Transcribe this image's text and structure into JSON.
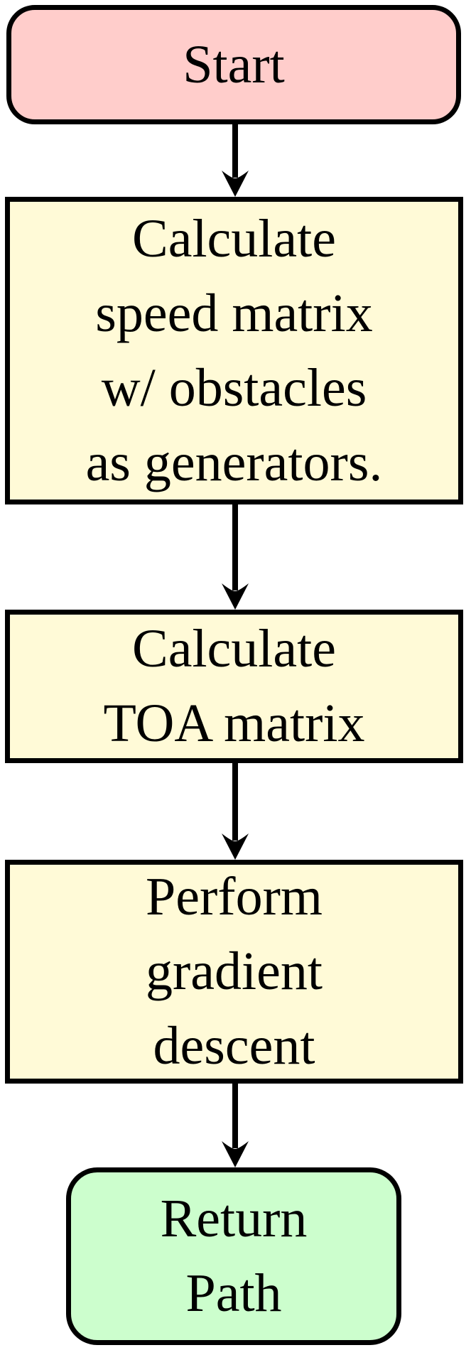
{
  "diagram": {
    "type": "flowchart",
    "background_color": "#ffffff",
    "stroke_color": "#000000",
    "text_color": "#000000",
    "nodes": {
      "start": {
        "shape": "rounded-terminator",
        "fill": "#ffcdcb",
        "label": "Start",
        "lines": [
          "Start"
        ]
      },
      "speed_matrix": {
        "shape": "process-rect",
        "fill": "#fffad7",
        "label": "Calculate speed matrix w/ obstacles as generators.",
        "lines": [
          "Calculate",
          "speed matrix",
          "w/ obstacles",
          "as generators."
        ]
      },
      "toa_matrix": {
        "shape": "process-rect",
        "fill": "#fffad7",
        "label": "Calculate TOA matrix",
        "lines": [
          "Calculate",
          "TOA matrix"
        ]
      },
      "gradient_descent": {
        "shape": "process-rect",
        "fill": "#fffad7",
        "label": "Perform gradient descent",
        "lines": [
          "Perform",
          "gradient",
          "descent"
        ]
      },
      "return_path": {
        "shape": "rounded-terminator",
        "fill": "#ccfecd",
        "label": "Return Path",
        "lines": [
          "Return",
          "Path"
        ]
      }
    },
    "edges": [
      {
        "from": "start",
        "to": "speed_matrix",
        "style": "arrow-down"
      },
      {
        "from": "speed_matrix",
        "to": "toa_matrix",
        "style": "arrow-down"
      },
      {
        "from": "toa_matrix",
        "to": "gradient_descent",
        "style": "arrow-down"
      },
      {
        "from": "gradient_descent",
        "to": "return_path",
        "style": "arrow-down"
      }
    ]
  }
}
